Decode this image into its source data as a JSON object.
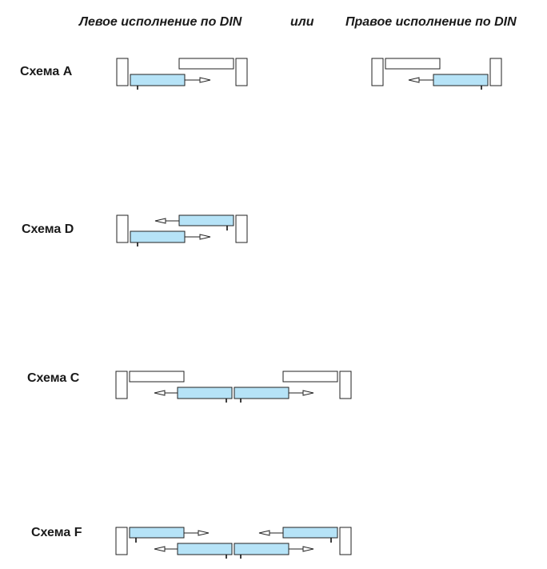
{
  "header": {
    "left": "Левое исполнение по DIN",
    "or": "или",
    "right": "Правое исполнение по DIN"
  },
  "schemes": [
    {
      "label": "Схема A"
    },
    {
      "label": "Схема D"
    },
    {
      "label": "Схема C"
    },
    {
      "label": "Схема F"
    }
  ]
}
